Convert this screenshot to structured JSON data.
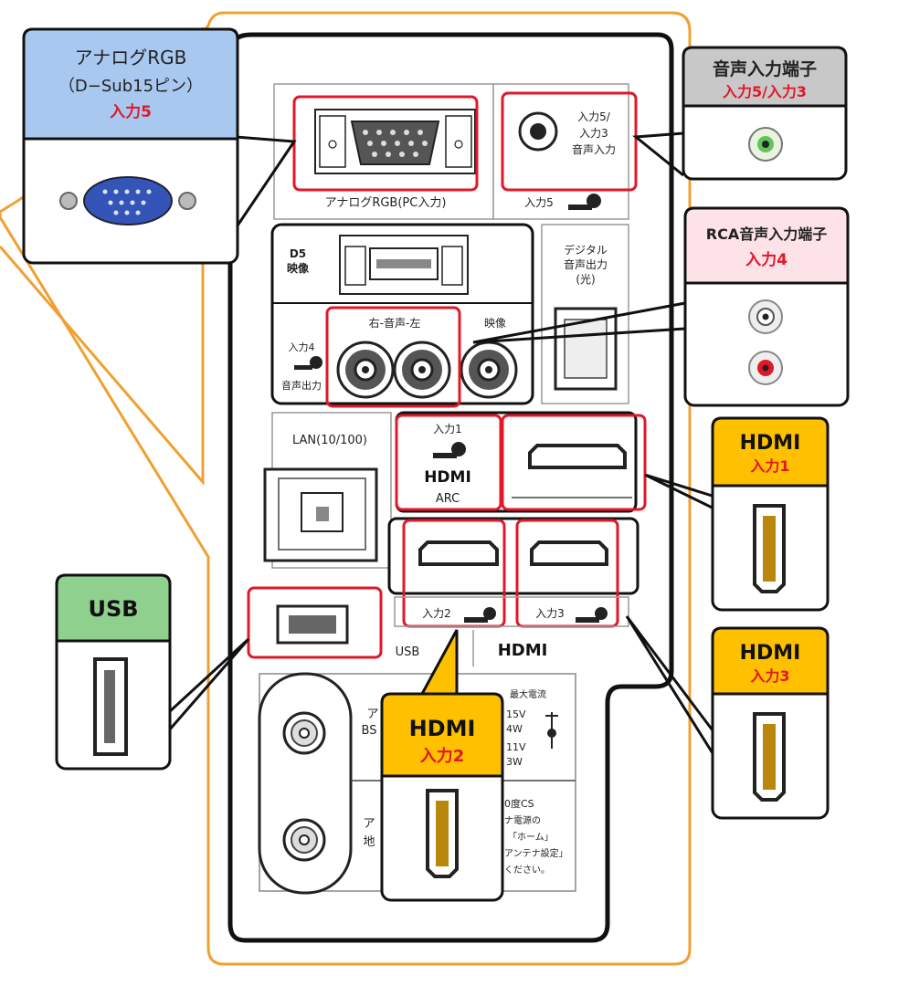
{
  "callouts": {
    "vga": {
      "title_line1": "アナログRGB",
      "title_line2": "（D−Sub15ピン）",
      "input": "入力5",
      "header_color": "#a8c8f0"
    },
    "audio_in": {
      "title": "音声入力端子",
      "input": "入力5/入力3",
      "header_color": "#c8c8c8"
    },
    "rca": {
      "title": "RCA音声入力端子",
      "input": "入力4",
      "header_color": "#fde3e8"
    },
    "hdmi1": {
      "title": "HDMI",
      "input": "入力1",
      "header_color": "#ffc000"
    },
    "hdmi3": {
      "title": "HDMI",
      "input": "入力3",
      "header_color": "#ffc000"
    },
    "hdmi2": {
      "title": "HDMI",
      "input": "入力2",
      "header_color": "#ffc000"
    },
    "usb": {
      "title": "USB",
      "header_color": "#8fd08f"
    }
  },
  "panel": {
    "vga_label": "アナログRGB(PC入力)",
    "audio_jack_label_1": "入力5/",
    "audio_jack_label_2": "入力3",
    "audio_jack_label_3": "音声入力",
    "input5_label": "入力5",
    "d5_label_1": "D5",
    "d5_label_2": "映像",
    "audio_lr_label": "右-音声-左",
    "video_label": "映像",
    "input4_label_1": "入力4",
    "input4_label_2": "/",
    "input4_label_3": "音声出力",
    "optical_label_1": "デジタル",
    "optical_label_2": "音声出力",
    "optical_label_3": "(光)",
    "lan_label": "LAN(10/100)",
    "hdmi1_input": "入力1",
    "hdmi_logo": "HDMI",
    "arc_label": "ARC",
    "input2_label": "入力2",
    "input3_label": "入力3",
    "usb_label": "USB",
    "hdmi_logo_bottom": "HDMI",
    "antenna_bs_1": "ア",
    "antenna_bs_2": "BS",
    "antenna_terr_1": "ア",
    "antenna_terr_2": "地",
    "power_1": "最大電流",
    "power_2": "15V",
    "power_3": "4W",
    "power_4": "11V",
    "power_5": "3W",
    "cs_1": "0度CS",
    "cs_2": "ナ電源の",
    "cs_3": "「ホーム」",
    "cs_4": "アンテナ設定」",
    "cs_5": "ください。"
  },
  "colors": {
    "callout_red": "#e0182a",
    "orange_frame": "#f0a030"
  }
}
